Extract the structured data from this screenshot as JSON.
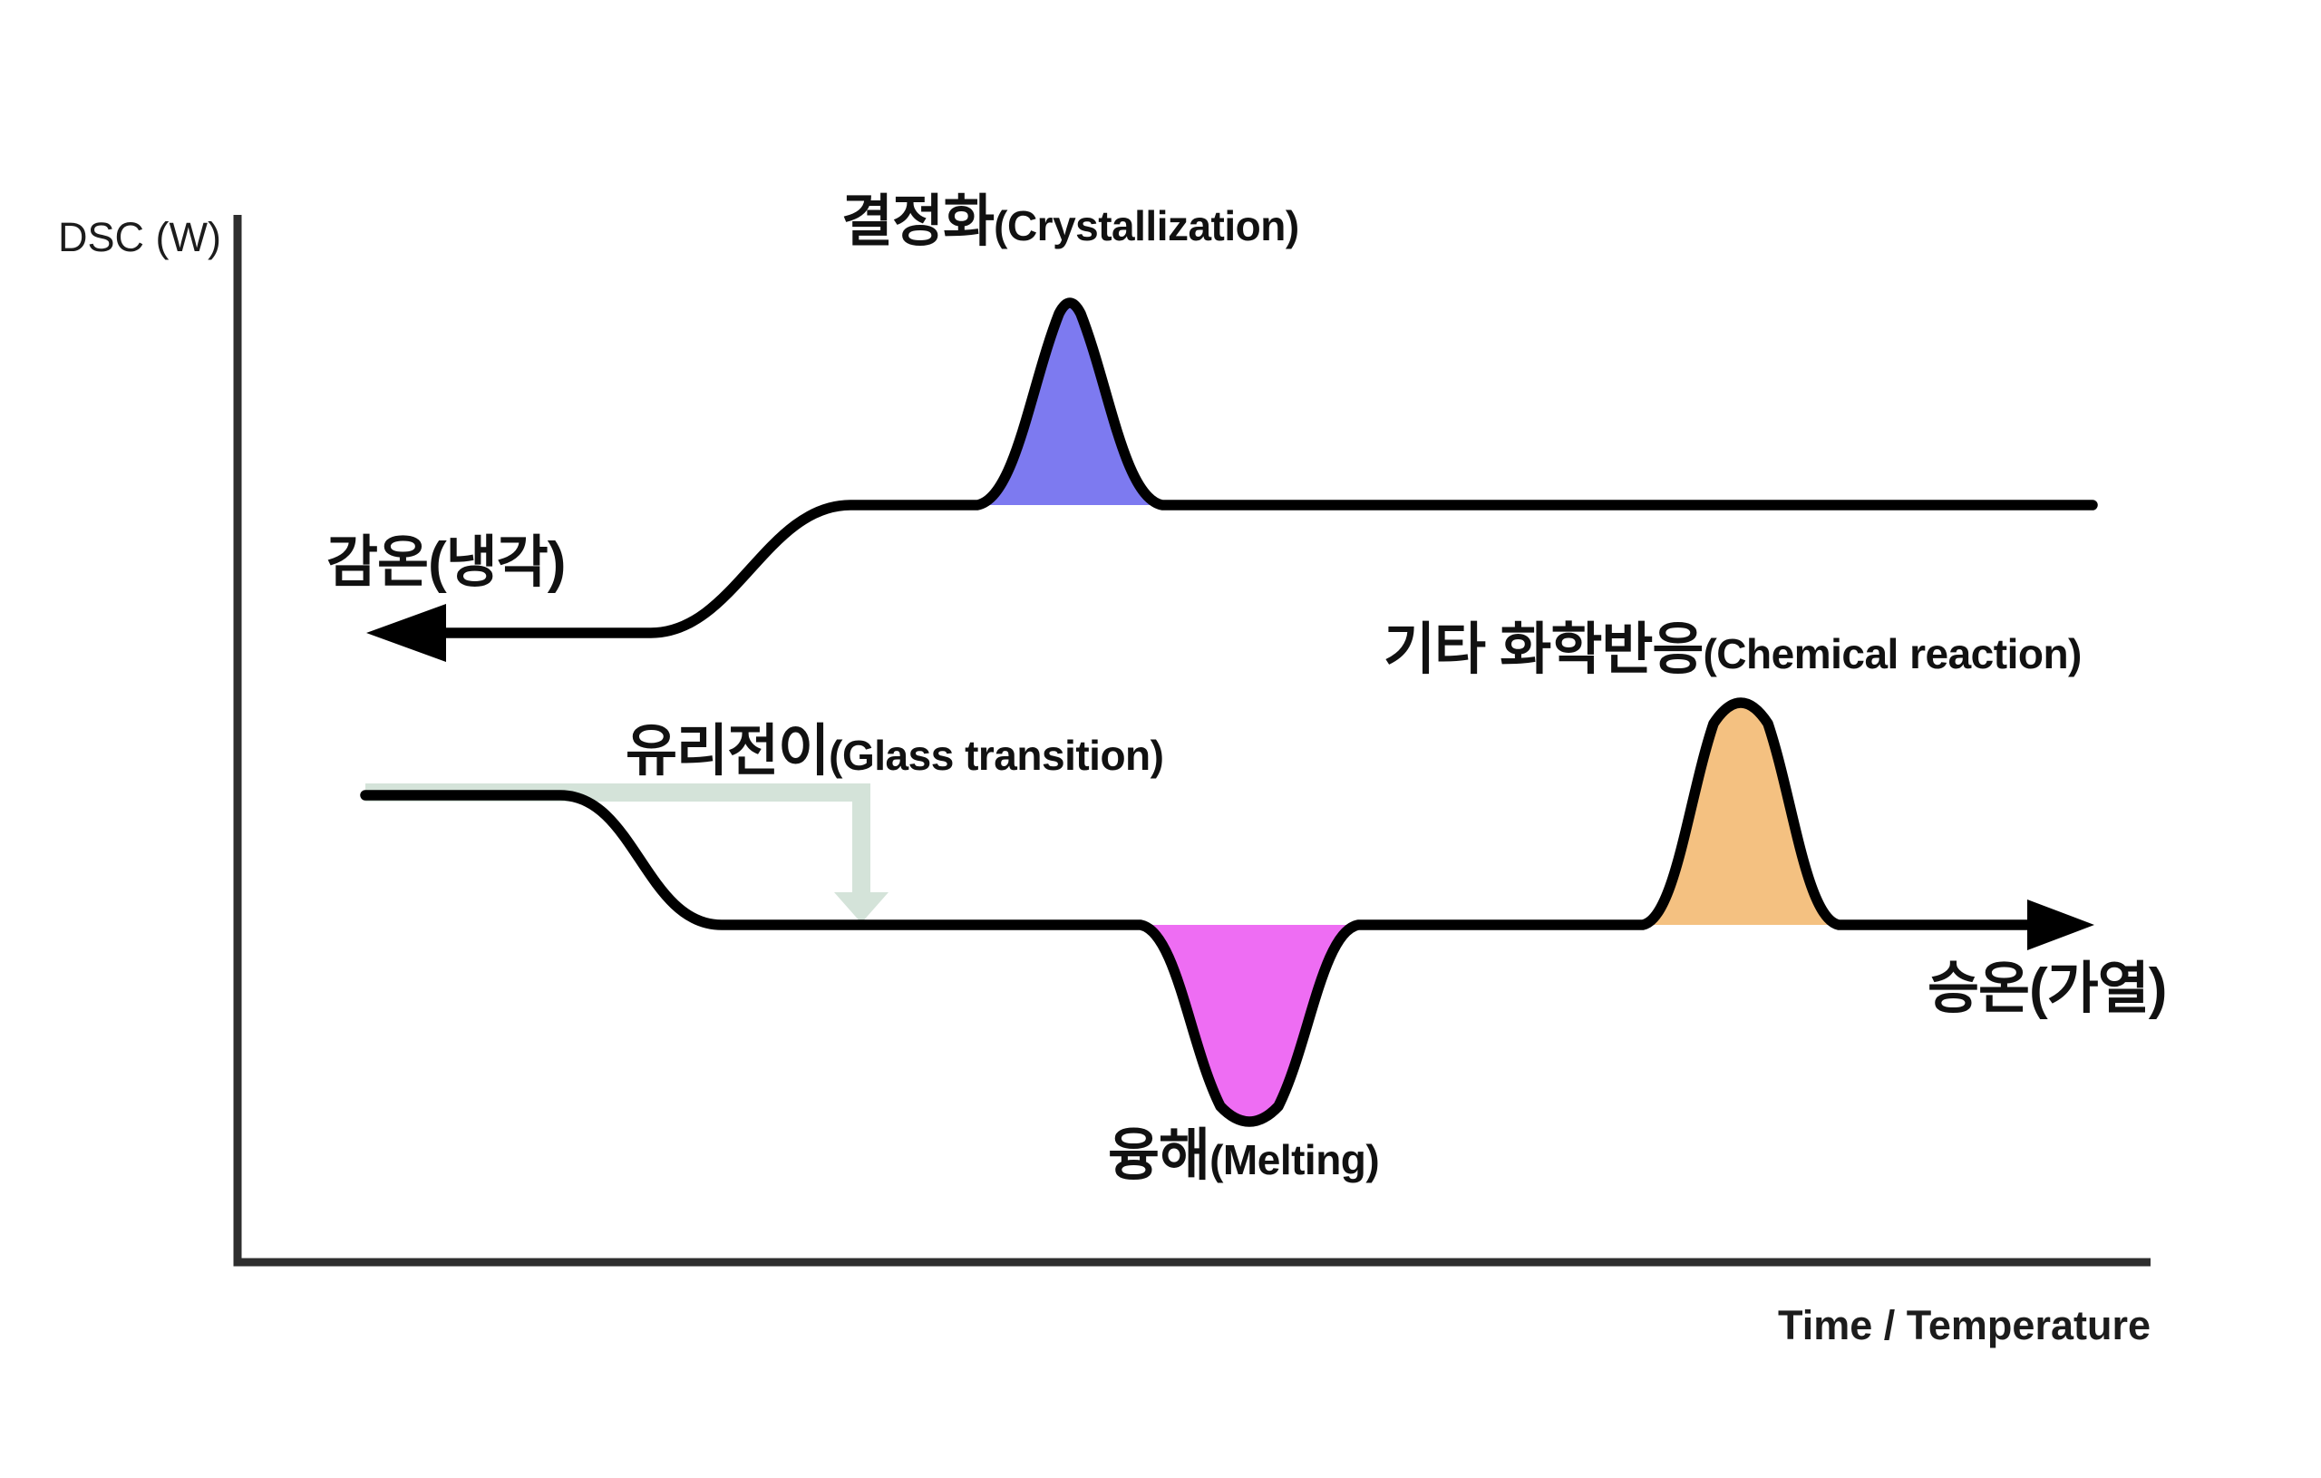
{
  "diagram": {
    "y_axis_label": "DSC (W)",
    "x_axis_label": "Time / Temperature",
    "events": {
      "crystallization": {
        "ko": "결정화",
        "en": "(Crystallization)"
      },
      "glass_transition": {
        "ko": "유리전이",
        "en": "(Glass transition)"
      },
      "melting": {
        "ko": "융해",
        "en": "(Melting)"
      },
      "chemical_reaction": {
        "ko": "기타 화학반응",
        "en": "(Chemical reaction)"
      },
      "cooling_direction": {
        "ko": "감온(냉각)"
      },
      "heating_direction": {
        "ko": "승온(가열)"
      }
    },
    "colors": {
      "crystallization_fill": "#7d7af0",
      "melting_fill": "#ee6df3",
      "chemical_reaction_fill": "#f4c181",
      "glass_transition_arrow": "#d4e3d9",
      "curve_stroke": "#000000",
      "axis_stroke": "#2e2e2e"
    },
    "curves": [
      {
        "name": "cooling (upper) curve",
        "direction": "arrow points left (right-to-left)",
        "events_on_curve": [
          "crystallization — exothermic peak upward (blue fill)"
        ]
      },
      {
        "name": "heating (lower) curve",
        "direction": "arrow points right (left-to-right)",
        "events_on_curve": [
          "glass transition — step down marked by pale green arrow",
          "melting — endothermic valley downward (magenta fill)",
          "chemical reaction — peak upward (orange fill)"
        ]
      }
    ]
  }
}
